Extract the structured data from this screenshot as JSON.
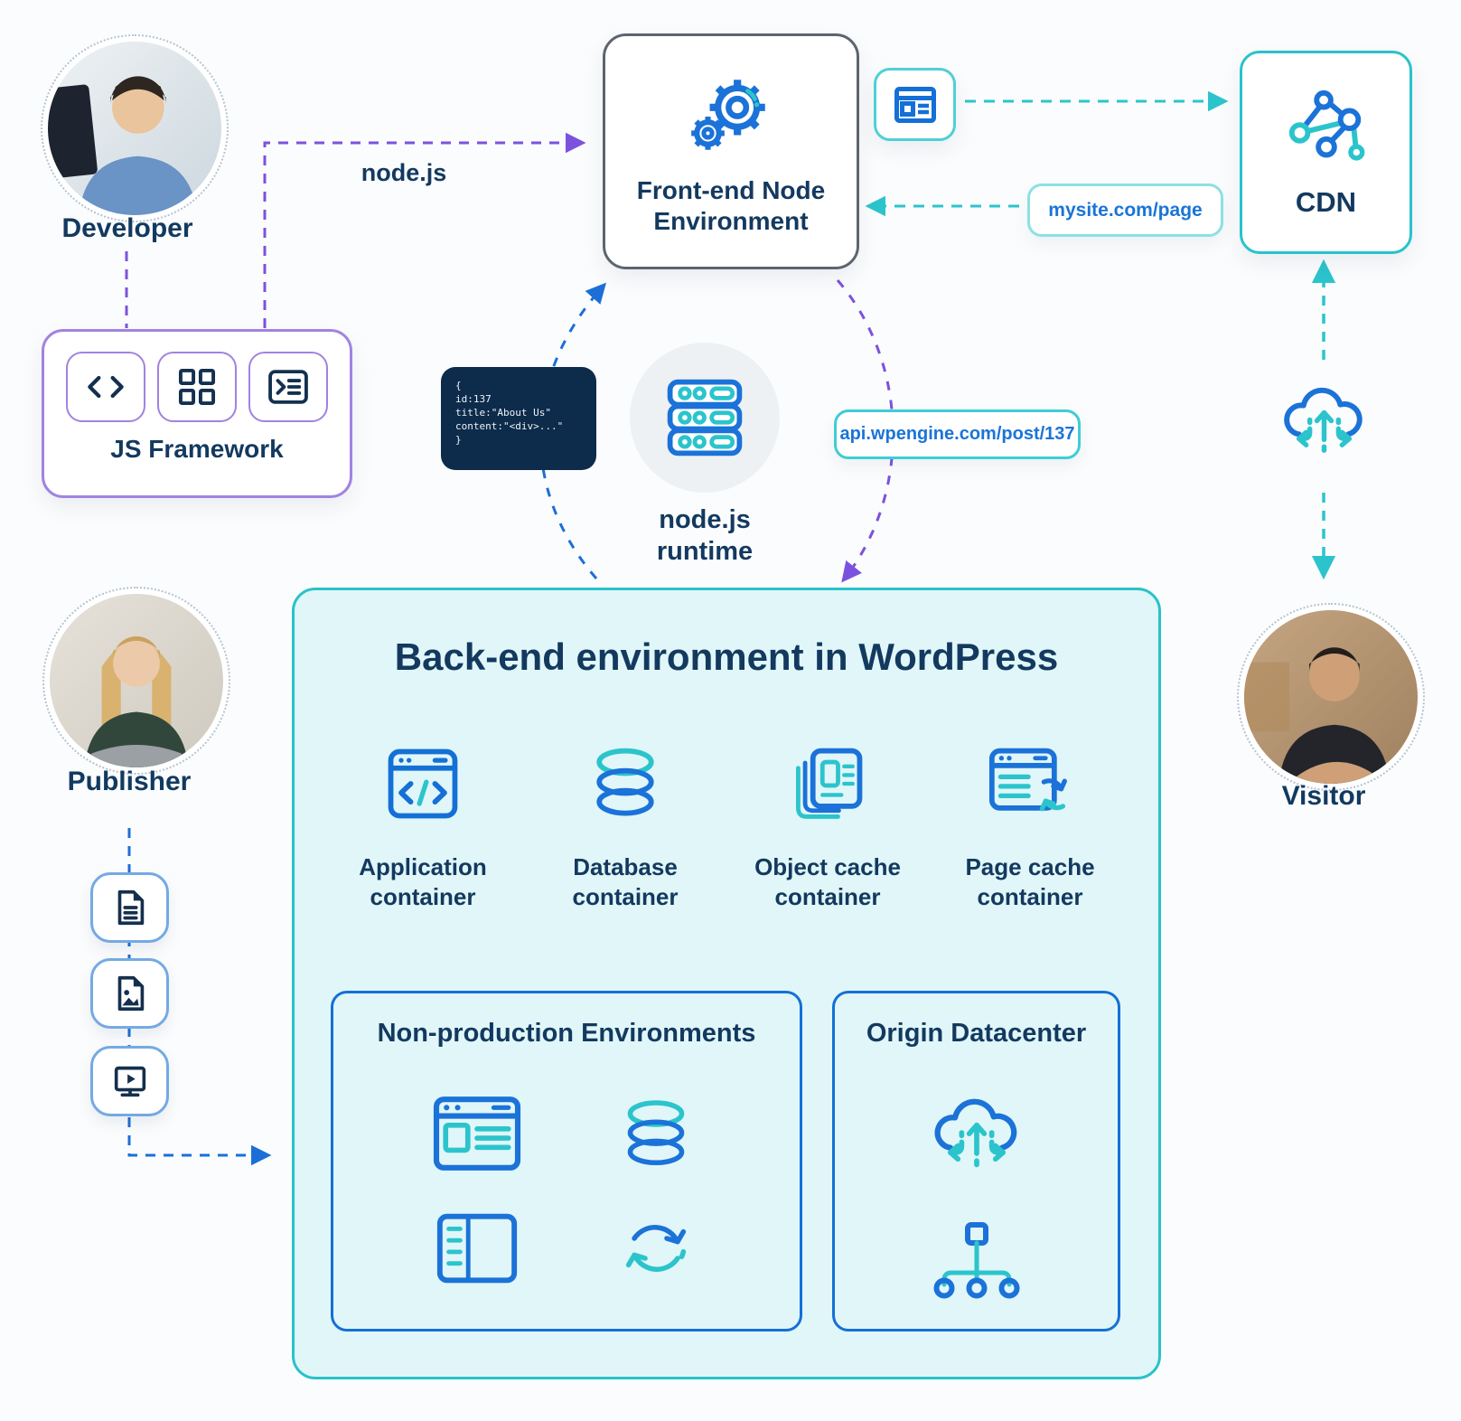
{
  "palette": {
    "blue": "#1470d6",
    "teal": "#2cc4cc",
    "navy": "#13395f",
    "purple": "#7b52dd",
    "purple_border": "#a183e0",
    "backend_bg": "#e0f6f8",
    "code_bg": "#0d2b4a"
  },
  "actors": {
    "developer": {
      "label": "Developer"
    },
    "publisher": {
      "label": "Publisher"
    },
    "visitor": {
      "label": "Visitor"
    }
  },
  "js_framework": {
    "label": "JS Framework"
  },
  "frontend": {
    "label": "Front-end Node Environment"
  },
  "cdn": {
    "label": "CDN"
  },
  "runtime": {
    "label": "node.js runtime"
  },
  "edge_labels": {
    "nodejs": "node.js"
  },
  "urls": {
    "mysite": "mysite.com/page",
    "api": "api.wpengine.com/post/137"
  },
  "code_snippet": {
    "line1": "{",
    "line2": "id:137",
    "line3": "title:\"About Us\"",
    "line4": "content:\"<div>...\"",
    "line5": "}"
  },
  "backend": {
    "title": "Back-end environment in WordPress",
    "containers": [
      {
        "label": "Application container"
      },
      {
        "label": "Database container"
      },
      {
        "label": "Object cache container"
      },
      {
        "label": "Page cache container"
      }
    ],
    "non_production": {
      "title": "Non-production Environments"
    },
    "origin": {
      "title": "Origin Datacenter"
    }
  }
}
